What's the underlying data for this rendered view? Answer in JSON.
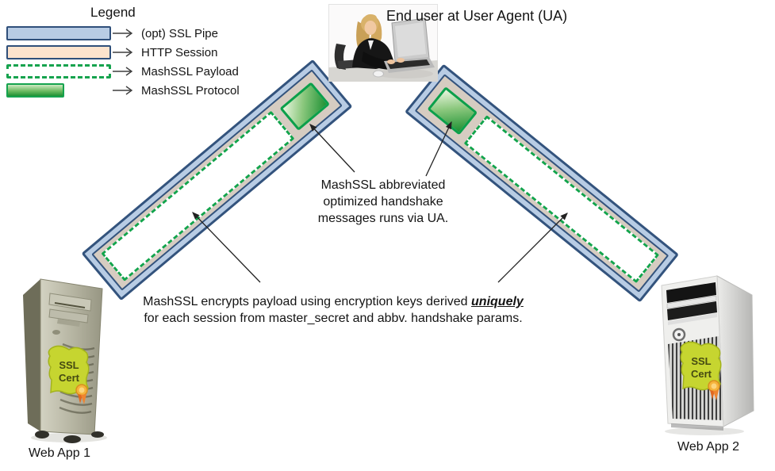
{
  "header": {
    "title": "End user at User Agent (UA)"
  },
  "legend": {
    "title": "Legend",
    "items": [
      {
        "label": "(opt) SSL Pipe"
      },
      {
        "label": "HTTP Session"
      },
      {
        "label": "MashSSL Payload"
      },
      {
        "label": "MashSSL Protocol"
      }
    ]
  },
  "annotations": {
    "handshake_lines": [
      "MashSSL abbreviated",
      "optimized handshake",
      "messages runs via UA."
    ],
    "encryption": {
      "line1_prefix": "MashSSL encrypts payload using encryption keys derived ",
      "line1_emphasis": "uniquely",
      "line2": "for each session from master_secret and abbv. handshake params."
    }
  },
  "servers": [
    {
      "label": "Web App 1",
      "cert": [
        "SSL",
        "Cert"
      ]
    },
    {
      "label": "Web App 2",
      "cert": [
        "SSL",
        "Cert"
      ]
    }
  ],
  "colors": {
    "ssl_pipe_fill": "#b8cce4",
    "pipe_border": "#33537d",
    "http_session_pipe_fill": "#d6ccc1",
    "http_session_legend_fill": "#fce3cd",
    "mashssl_green": "#12a44c",
    "mashssl_green_dark": "#1e9134",
    "cert_yellow": "#c6d530",
    "seal_orange": "#f5b33c"
  }
}
